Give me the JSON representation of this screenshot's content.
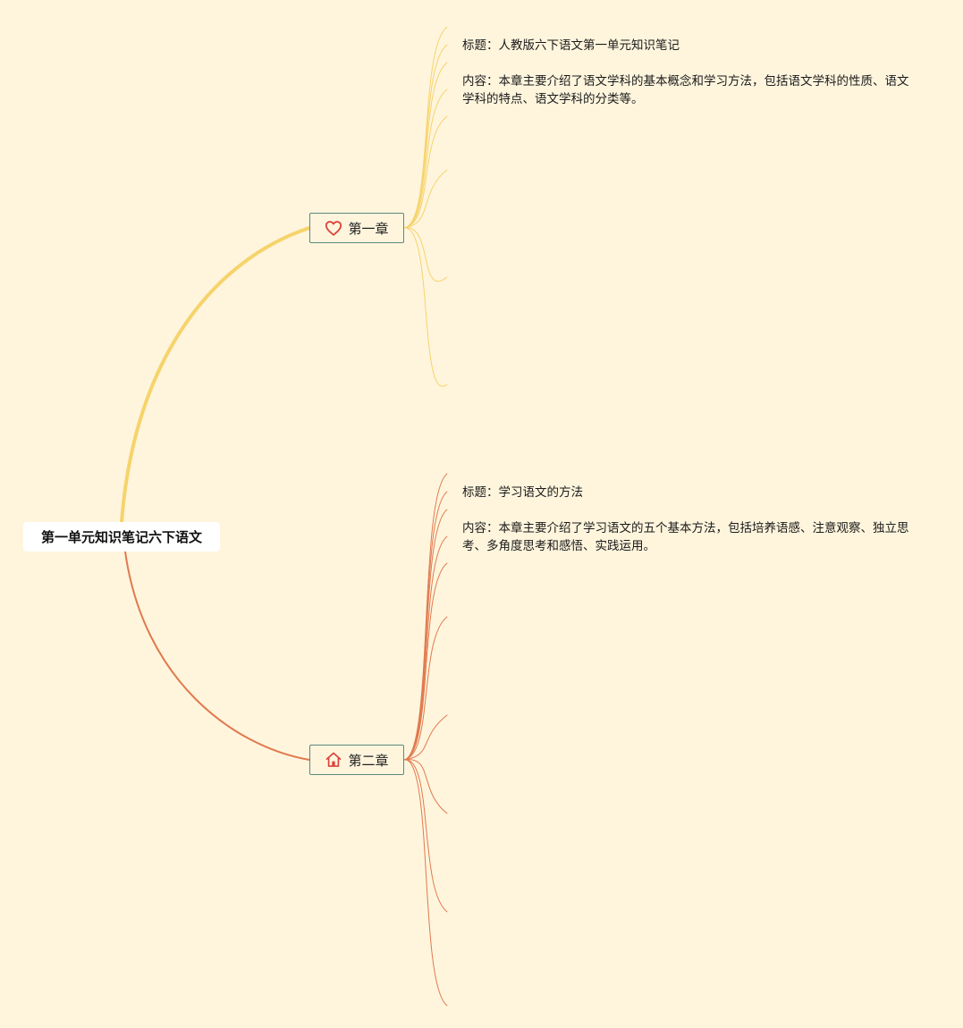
{
  "root": {
    "label": "第一单元知识笔记六下语文"
  },
  "chapters": [
    {
      "label": "第一章",
      "icon": "heart-icon",
      "color": "#f6d36b",
      "title": "标题：人教版六下语文第一单元知识笔记",
      "content": "内容：本章主要介绍了语文学科的基本概念和学习方法，包括语文学科的性质、语文学科的特点、语文学科的分类等。"
    },
    {
      "label": "第二章",
      "icon": "home-icon",
      "color": "#e07a4f",
      "title": "标题：学习语文的方法",
      "content": "内容：本章主要介绍了学习语文的五个基本方法，包括培养语感、注意观察、独立思考、多角度思考和感悟、实践运用。"
    }
  ],
  "colors": {
    "background": "#fff5dd",
    "node_border": "#5b8a7d",
    "heart_icon": "#d9443a",
    "home_icon": "#d9443a"
  }
}
